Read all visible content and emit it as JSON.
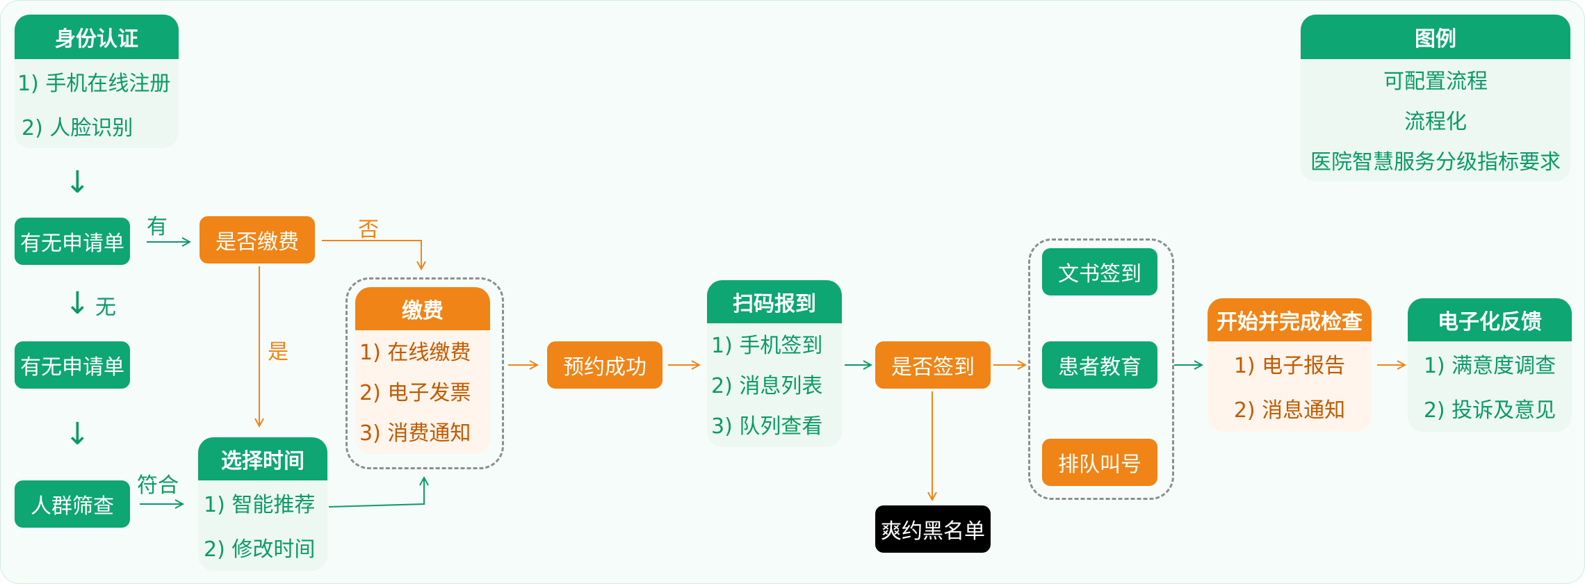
{
  "identity": {
    "title": "身份认证",
    "items": [
      "1) 手机在线注册",
      "2) 人脸识别"
    ]
  },
  "legend": {
    "title": "图例",
    "items": [
      "可配置流程",
      "流程化",
      "医院智慧服务分级指标要求"
    ]
  },
  "nodes": {
    "request_1": "有无申请单",
    "request_2": "有无申请单",
    "screening": "人群筛查",
    "pay_check": "是否缴费",
    "booking_ok": "预约成功",
    "signin_check": "是否签到",
    "blacklist": "爽约黑名单",
    "doc_sign": "文书签到",
    "patient_edu": "患者教育",
    "queue_call": "排队叫号"
  },
  "payment": {
    "title": "缴费",
    "items": [
      "1) 在线缴费",
      "2) 电子发票",
      "3) 消费通知"
    ]
  },
  "time_select": {
    "title": "选择时间",
    "items": [
      "1) 智能推荐",
      "2) 修改时间"
    ]
  },
  "scan_report": {
    "title": "扫码报到",
    "items": [
      "1) 手机签到",
      "2) 消息列表",
      "3) 队列查看"
    ]
  },
  "exam": {
    "title": "开始并完成检查",
    "items": [
      "1) 电子报告",
      "2) 消息通知"
    ]
  },
  "feedback": {
    "title": "电子化反馈",
    "items": [
      "1) 满意度调查",
      "2) 投诉及意见"
    ]
  },
  "edge_labels": {
    "has": "有",
    "none": "无",
    "no": "否",
    "yes": "是",
    "match": "符合"
  },
  "colors": {
    "green": "#0ea672",
    "orange": "#f08416",
    "bg": "#f6fcf9"
  }
}
